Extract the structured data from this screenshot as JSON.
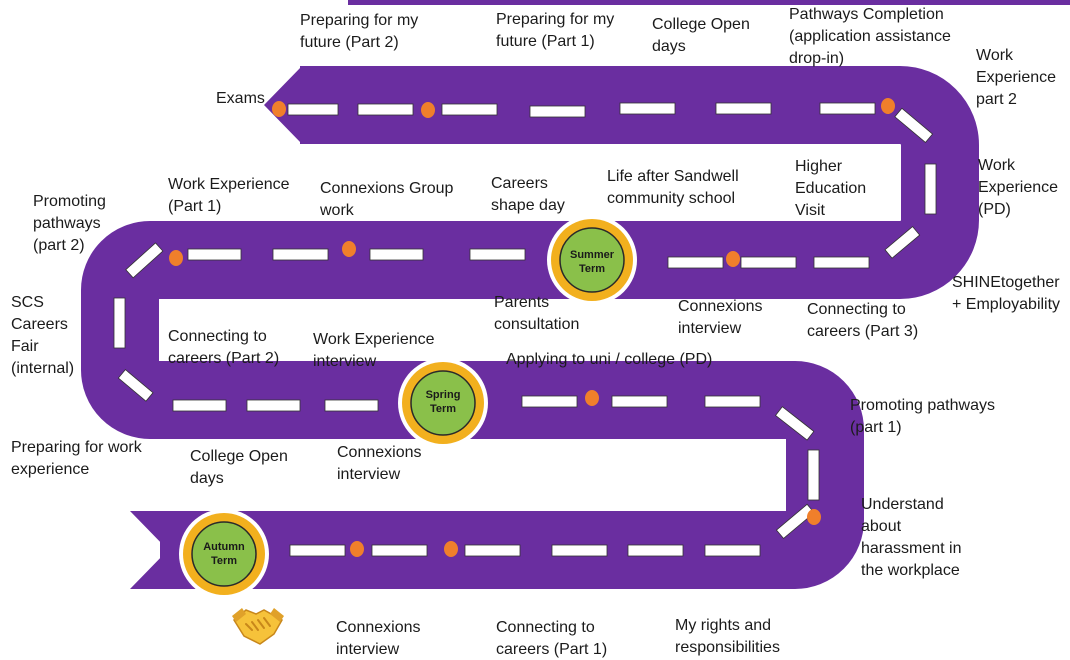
{
  "colors": {
    "road": "#6a2ea0",
    "road_edge": "#7a3cb0",
    "dash": "#ffffff",
    "milestone": "#f07f2b",
    "term_ring": "#f2b01e",
    "term_fill": "#8ac04a",
    "bar_top": "#6a2ea0"
  },
  "terms": {
    "summer": "Summer\nTerm",
    "spring": "Spring\nTerm",
    "autumn": "Autumn\nTerm"
  },
  "labels": {
    "preparing_future_2": "Preparing for my\nfuture (Part 2)",
    "preparing_future_1": "Preparing for my\nfuture (Part 1)",
    "college_open_days_top": "College Open\ndays",
    "pathways_completion": "Pathways Completion\n(application assistance\ndrop-in)",
    "work_experience_part2": "Work\nExperience\npart 2",
    "exams": "Exams",
    "work_experience_pd": "Work\nExperience\n(PD)",
    "promoting_pathways_2": "Promoting\npathways\n(part 2)",
    "work_experience_part1": "Work Experience\n(Part 1)",
    "connexions_group_work": "Connexions Group\nwork",
    "careers_shape_day": "Careers\nshape day",
    "life_after_sandwell": "Life after Sandwell\ncommunity school",
    "higher_education_visit": "Higher\nEducation\nVisit",
    "scs_careers_fair": "SCS\nCareers\nFair\n(internal)",
    "parents_consultation": "Parents\nconsultation",
    "connexions_interview_mid": "Connexions\ninterview",
    "connecting_careers_3": "Connecting to\ncareers (Part 3)",
    "shine_together": "SHINEtogether\n+ Employability",
    "connecting_careers_2": "Connecting to\ncareers (Part 2)",
    "work_experience_interview": "Work Experience\ninterview",
    "applying_uni_college": "Applying to uni / college (PD)",
    "promoting_pathways_1": "Promoting pathways\n(part 1)",
    "preparing_work_experience": "Preparing for work\nexperience",
    "college_open_days_low": "College Open\ndays",
    "connexions_interview_low": "Connexions\ninterview",
    "understand_harassment": "Understand\nabout\nharassment in\nthe workplace",
    "connexions_interview_bottom": "Connexions\ninterview",
    "connecting_careers_1": "Connecting to\ncareers (Part 1)",
    "rights_responsibilities": "My rights and\nresponsibilities"
  },
  "icons": {
    "handshake": "handshake-icon"
  }
}
